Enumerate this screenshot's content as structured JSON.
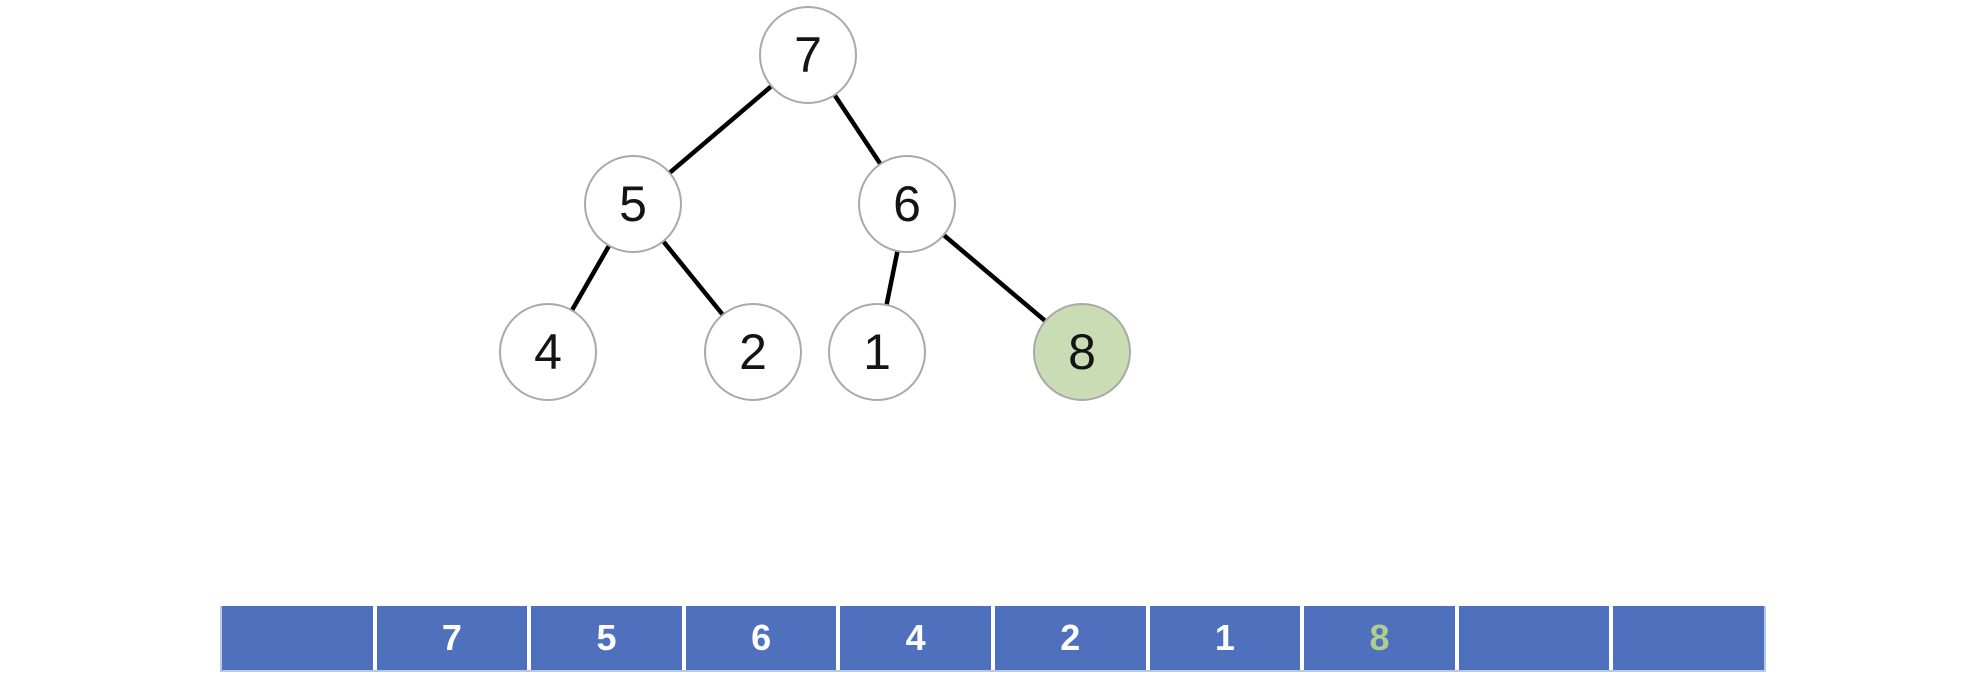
{
  "diagram": {
    "description": "Binary max-heap tree with its array representation",
    "tree": {
      "nodes": [
        {
          "value": "7",
          "highlighted": false
        },
        {
          "value": "5",
          "highlighted": false
        },
        {
          "value": "6",
          "highlighted": false
        },
        {
          "value": "4",
          "highlighted": false
        },
        {
          "value": "2",
          "highlighted": false
        },
        {
          "value": "1",
          "highlighted": false
        },
        {
          "value": "8",
          "highlighted": true
        }
      ],
      "edges": [
        {
          "from": "7",
          "to": "5"
        },
        {
          "from": "7",
          "to": "6"
        },
        {
          "from": "5",
          "to": "4"
        },
        {
          "from": "5",
          "to": "2"
        },
        {
          "from": "6",
          "to": "1"
        },
        {
          "from": "6",
          "to": "8"
        }
      ]
    },
    "array": {
      "cells": [
        {
          "value": "",
          "highlighted": false
        },
        {
          "value": "7",
          "highlighted": false
        },
        {
          "value": "5",
          "highlighted": false
        },
        {
          "value": "6",
          "highlighted": false
        },
        {
          "value": "4",
          "highlighted": false
        },
        {
          "value": "2",
          "highlighted": false
        },
        {
          "value": "1",
          "highlighted": false
        },
        {
          "value": "8",
          "highlighted": true
        },
        {
          "value": "",
          "highlighted": false
        },
        {
          "value": "",
          "highlighted": false
        }
      ]
    },
    "colors": {
      "node_fill": "#ffffff",
      "node_highlight_fill": "#c9dcb3",
      "node_border": "#a9a9a9",
      "edge": "#000000",
      "cell_fill": "#4e70bd",
      "cell_text": "#ffffff",
      "cell_highlight_text": "#aecd90"
    }
  }
}
